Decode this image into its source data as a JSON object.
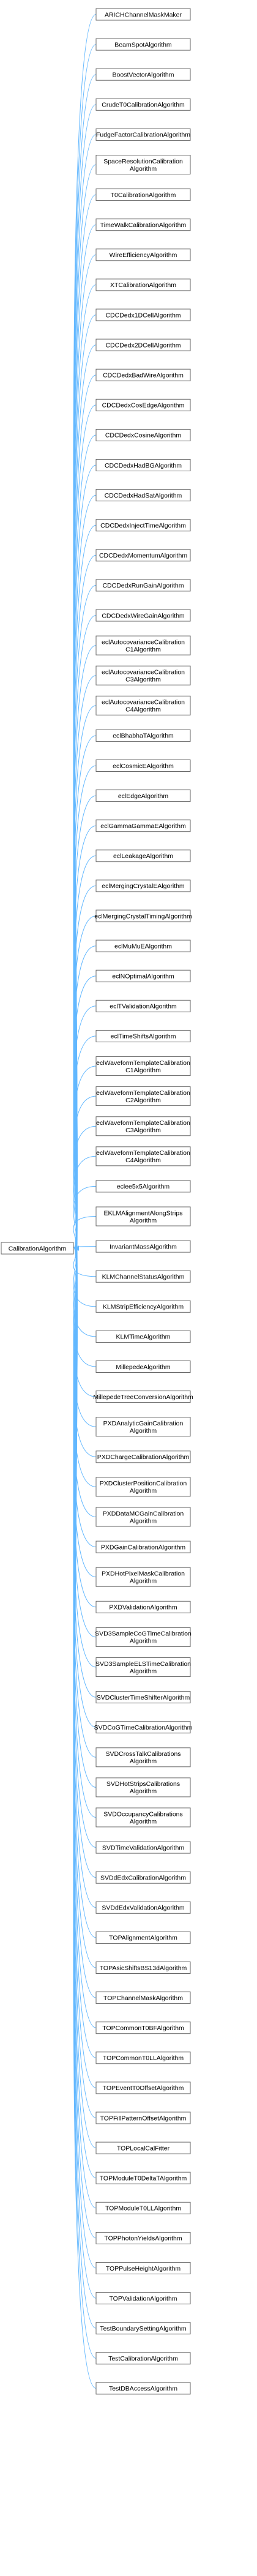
{
  "diagram": {
    "type": "inheritance-graph",
    "colors": {
      "edge": "#63b8ff",
      "node_border": "#666666",
      "node_fill": "#ffffff",
      "text": "#000000",
      "background": "#ffffff"
    },
    "base_class": {
      "id": "base",
      "lines": [
        "CalibrationAlgorithm"
      ]
    },
    "derived_classes": [
      {
        "id": "c0",
        "lines": [
          "ARICHChannelMaskMaker"
        ]
      },
      {
        "id": "c1",
        "lines": [
          "BeamSpotAlgorithm"
        ]
      },
      {
        "id": "c2",
        "lines": [
          "BoostVectorAlgorithm"
        ]
      },
      {
        "id": "c3",
        "lines": [
          "CrudeT0CalibrationAlgorithm"
        ]
      },
      {
        "id": "c4",
        "lines": [
          "FudgeFactorCalibrationAlgorithm"
        ]
      },
      {
        "id": "c5",
        "lines": [
          "SpaceResolutionCalibration",
          "Algorithm"
        ]
      },
      {
        "id": "c6",
        "lines": [
          "T0CalibrationAlgorithm"
        ]
      },
      {
        "id": "c7",
        "lines": [
          "TimeWalkCalibrationAlgorithm"
        ]
      },
      {
        "id": "c8",
        "lines": [
          "WireEfficiencyAlgorithm"
        ]
      },
      {
        "id": "c9",
        "lines": [
          "XTCalibrationAlgorithm"
        ]
      },
      {
        "id": "c10",
        "lines": [
          "CDCDedx1DCellAlgorithm"
        ]
      },
      {
        "id": "c11",
        "lines": [
          "CDCDedx2DCellAlgorithm"
        ]
      },
      {
        "id": "c12",
        "lines": [
          "CDCDedxBadWireAlgorithm"
        ]
      },
      {
        "id": "c13",
        "lines": [
          "CDCDedxCosEdgeAlgorithm"
        ]
      },
      {
        "id": "c14",
        "lines": [
          "CDCDedxCosineAlgorithm"
        ]
      },
      {
        "id": "c15",
        "lines": [
          "CDCDedxHadBGAlgorithm"
        ]
      },
      {
        "id": "c16",
        "lines": [
          "CDCDedxHadSatAlgorithm"
        ]
      },
      {
        "id": "c17",
        "lines": [
          "CDCDedxInjectTimeAlgorithm"
        ]
      },
      {
        "id": "c18",
        "lines": [
          "CDCDedxMomentumAlgorithm"
        ]
      },
      {
        "id": "c19",
        "lines": [
          "CDCDedxRunGainAlgorithm"
        ]
      },
      {
        "id": "c20",
        "lines": [
          "CDCDedxWireGainAlgorithm"
        ]
      },
      {
        "id": "c21",
        "lines": [
          "eclAutocovarianceCalibration",
          "C1Algorithm"
        ]
      },
      {
        "id": "c22",
        "lines": [
          "eclAutocovarianceCalibration",
          "C3Algorithm"
        ]
      },
      {
        "id": "c23",
        "lines": [
          "eclAutocovarianceCalibration",
          "C4Algorithm"
        ]
      },
      {
        "id": "c24",
        "lines": [
          "eclBhabhaTAlgorithm"
        ]
      },
      {
        "id": "c25",
        "lines": [
          "eclCosmicEAlgorithm"
        ]
      },
      {
        "id": "c26",
        "lines": [
          "eclEdgeAlgorithm"
        ]
      },
      {
        "id": "c27",
        "lines": [
          "eclGammaGammaEAlgorithm"
        ]
      },
      {
        "id": "c28",
        "lines": [
          "eclLeakageAlgorithm"
        ]
      },
      {
        "id": "c29",
        "lines": [
          "eclMergingCrystalEAlgorithm"
        ]
      },
      {
        "id": "c30",
        "lines": [
          "eclMergingCrystalTimingAlgorithm"
        ]
      },
      {
        "id": "c31",
        "lines": [
          "eclMuMuEAlgorithm"
        ]
      },
      {
        "id": "c32",
        "lines": [
          "eclNOptimalAlgorithm"
        ]
      },
      {
        "id": "c33",
        "lines": [
          "eclTValidationAlgorithm"
        ]
      },
      {
        "id": "c34",
        "lines": [
          "eclTimeShiftsAlgorithm"
        ]
      },
      {
        "id": "c35",
        "lines": [
          "eclWaveformTemplateCalibration",
          "C1Algorithm"
        ]
      },
      {
        "id": "c36",
        "lines": [
          "eclWaveformTemplateCalibration",
          "C2Algorithm"
        ]
      },
      {
        "id": "c37",
        "lines": [
          "eclWaveformTemplateCalibration",
          "C3Algorithm"
        ]
      },
      {
        "id": "c38",
        "lines": [
          "eclWaveformTemplateCalibration",
          "C4Algorithm"
        ]
      },
      {
        "id": "c39",
        "lines": [
          "eclee5x5Algorithm"
        ]
      },
      {
        "id": "c40",
        "lines": [
          "EKLMAlignmentAlongStrips",
          "Algorithm"
        ]
      },
      {
        "id": "c41",
        "lines": [
          "InvariantMassAlgorithm"
        ]
      },
      {
        "id": "c42",
        "lines": [
          "KLMChannelStatusAlgorithm"
        ]
      },
      {
        "id": "c43",
        "lines": [
          "KLMStripEfficiencyAlgorithm"
        ]
      },
      {
        "id": "c44",
        "lines": [
          "KLMTimeAlgorithm"
        ]
      },
      {
        "id": "c45",
        "lines": [
          "MillepedeAlgorithm"
        ]
      },
      {
        "id": "c46",
        "lines": [
          "MillepedeTreeConversionAlgorithm"
        ]
      },
      {
        "id": "c47",
        "lines": [
          "PXDAnalyticGainCalibration",
          "Algorithm"
        ]
      },
      {
        "id": "c48",
        "lines": [
          "PXDChargeCalibrationAlgorithm"
        ]
      },
      {
        "id": "c49",
        "lines": [
          "PXDClusterPositionCalibration",
          "Algorithm"
        ]
      },
      {
        "id": "c50",
        "lines": [
          "PXDDataMCGainCalibration",
          "Algorithm"
        ]
      },
      {
        "id": "c51",
        "lines": [
          "PXDGainCalibrationAlgorithm"
        ]
      },
      {
        "id": "c52",
        "lines": [
          "PXDHotPixelMaskCalibration",
          "Algorithm"
        ]
      },
      {
        "id": "c53",
        "lines": [
          "PXDValidationAlgorithm"
        ]
      },
      {
        "id": "c54",
        "lines": [
          "SVD3SampleCoGTimeCalibration",
          "Algorithm"
        ]
      },
      {
        "id": "c55",
        "lines": [
          "SVD3SampleELSTimeCalibration",
          "Algorithm"
        ]
      },
      {
        "id": "c56",
        "lines": [
          "SVDClusterTimeShifterAlgorithm"
        ]
      },
      {
        "id": "c57",
        "lines": [
          "SVDCoGTimeCalibrationAlgorithm"
        ]
      },
      {
        "id": "c58",
        "lines": [
          "SVDCrossTalkCalibrations",
          "Algorithm"
        ]
      },
      {
        "id": "c59",
        "lines": [
          "SVDHotStripsCalibrations",
          "Algorithm"
        ]
      },
      {
        "id": "c60",
        "lines": [
          "SVDOccupancyCalibrations",
          "Algorithm"
        ]
      },
      {
        "id": "c61",
        "lines": [
          "SVDTimeValidationAlgorithm"
        ]
      },
      {
        "id": "c62",
        "lines": [
          "SVDdEdxCalibrationAlgorithm"
        ]
      },
      {
        "id": "c63",
        "lines": [
          "SVDdEdxValidationAlgorithm"
        ]
      },
      {
        "id": "c64",
        "lines": [
          "TOPAlignmentAlgorithm"
        ]
      },
      {
        "id": "c65",
        "lines": [
          "TOPAsicShiftsBS13dAlgorithm"
        ]
      },
      {
        "id": "c66",
        "lines": [
          "TOPChannelMaskAlgorithm"
        ]
      },
      {
        "id": "c67",
        "lines": [
          "TOPCommonT0BFAlgorithm"
        ]
      },
      {
        "id": "c68",
        "lines": [
          "TOPCommonT0LLAlgorithm"
        ]
      },
      {
        "id": "c69",
        "lines": [
          "TOPEventT0OffsetAlgorithm"
        ]
      },
      {
        "id": "c70",
        "lines": [
          "TOPFillPatternOffsetAlgorithm"
        ]
      },
      {
        "id": "c71",
        "lines": [
          "TOPLocalCalFitter"
        ]
      },
      {
        "id": "c72",
        "lines": [
          "TOPModuleT0DeltaTAlgorithm"
        ]
      },
      {
        "id": "c73",
        "lines": [
          "TOPModuleT0LLAlgorithm"
        ]
      },
      {
        "id": "c74",
        "lines": [
          "TOPPhotonYieldsAlgorithm"
        ]
      },
      {
        "id": "c75",
        "lines": [
          "TOPPulseHeightAlgorithm"
        ]
      },
      {
        "id": "c76",
        "lines": [
          "TOPValidationAlgorithm"
        ]
      },
      {
        "id": "c77",
        "lines": [
          "TestBoundarySettingAlgorithm"
        ]
      },
      {
        "id": "c78",
        "lines": [
          "TestCalibrationAlgorithm"
        ]
      },
      {
        "id": "c79",
        "lines": [
          "TestDBAccessAlgorithm"
        ]
      }
    ]
  }
}
